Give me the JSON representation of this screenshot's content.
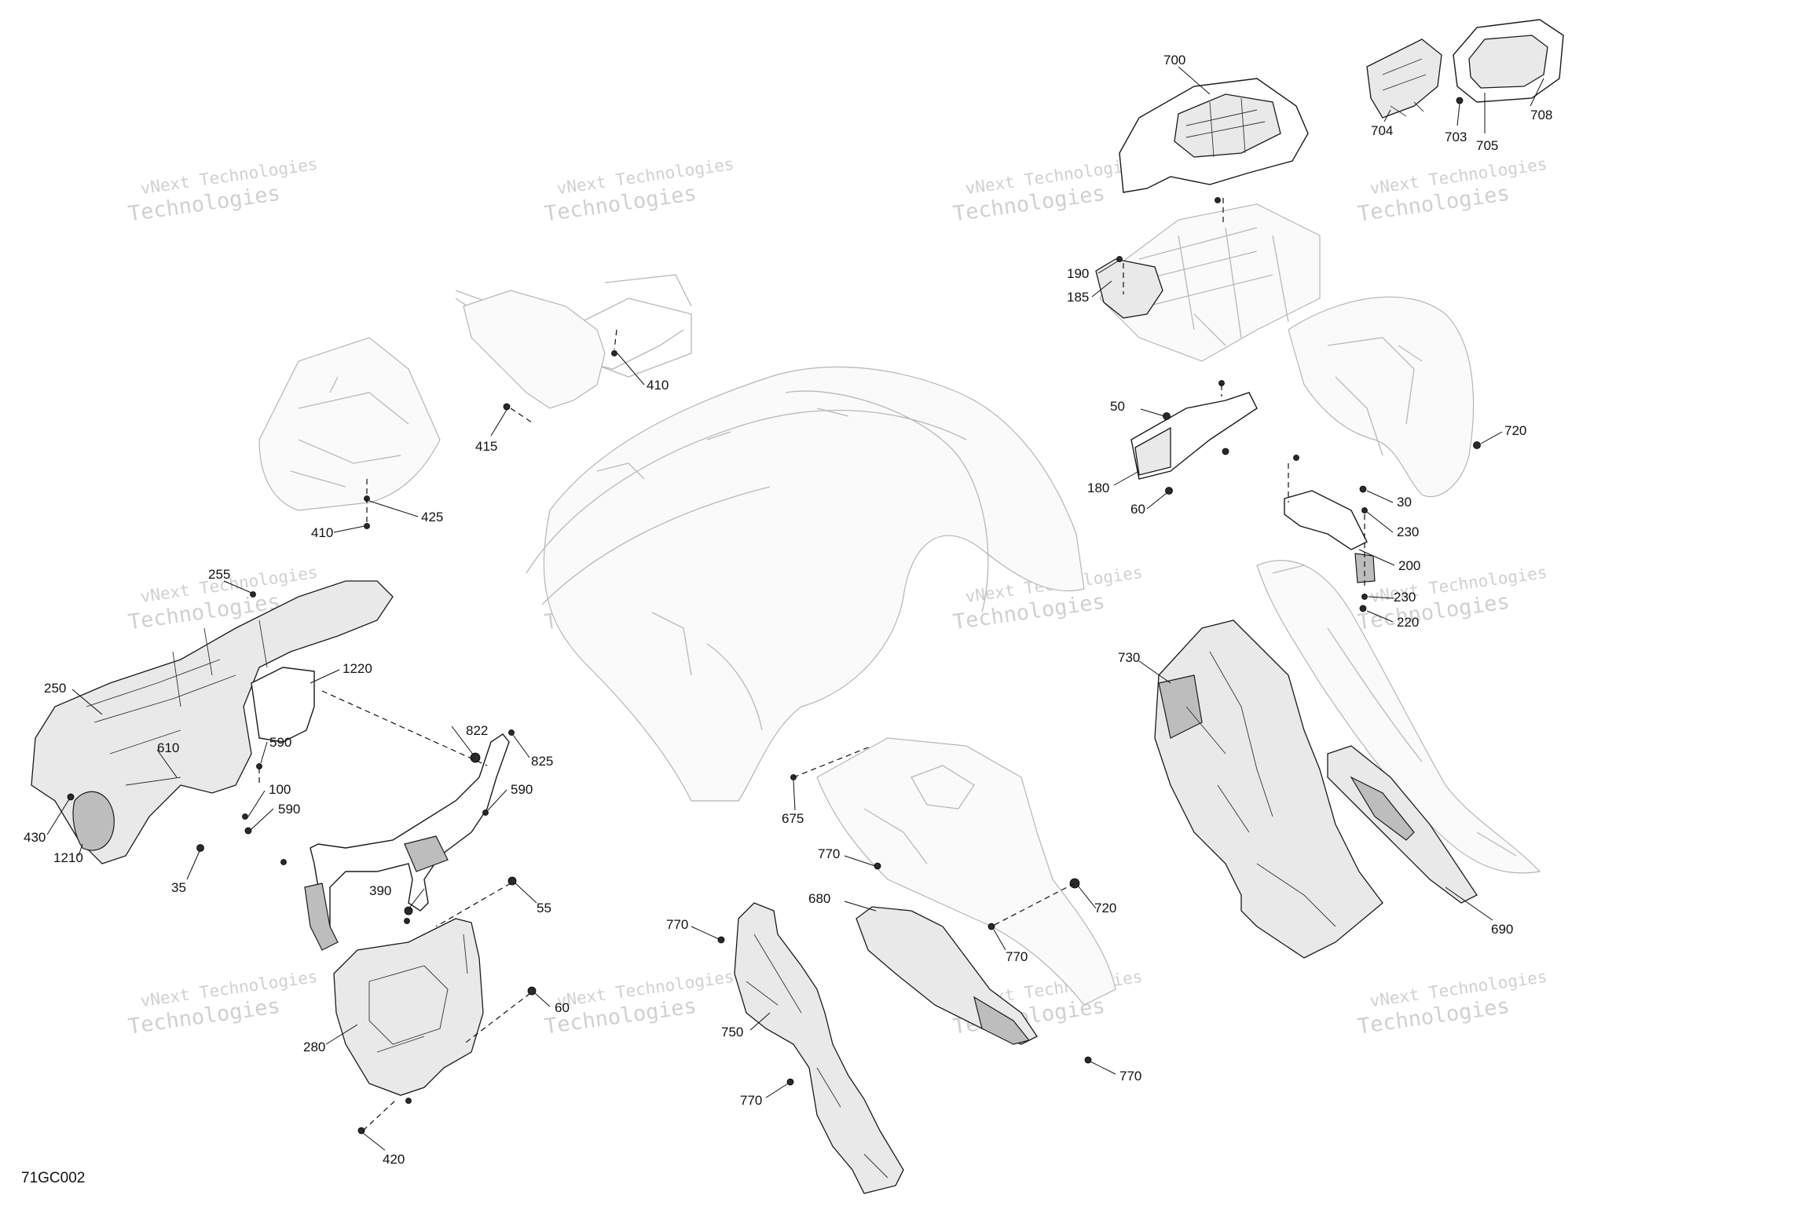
{
  "drawing_code": "71GC002",
  "watermark": {
    "line1": "vNext Technologies",
    "line2": "Technologies"
  },
  "callouts": [
    "700",
    "704",
    "703",
    "705",
    "708",
    "190",
    "185",
    "50",
    "180",
    "60",
    "720",
    "30",
    "230",
    "200",
    "230",
    "220",
    "410",
    "415",
    "425",
    "410",
    "255",
    "1220",
    "250",
    "610",
    "590",
    "822",
    "825",
    "590",
    "100",
    "590",
    "430",
    "1210",
    "35",
    "390",
    "55",
    "60",
    "280",
    "420",
    "675",
    "770",
    "680",
    "720",
    "770",
    "770",
    "750",
    "770",
    "770",
    "730",
    "690"
  ]
}
